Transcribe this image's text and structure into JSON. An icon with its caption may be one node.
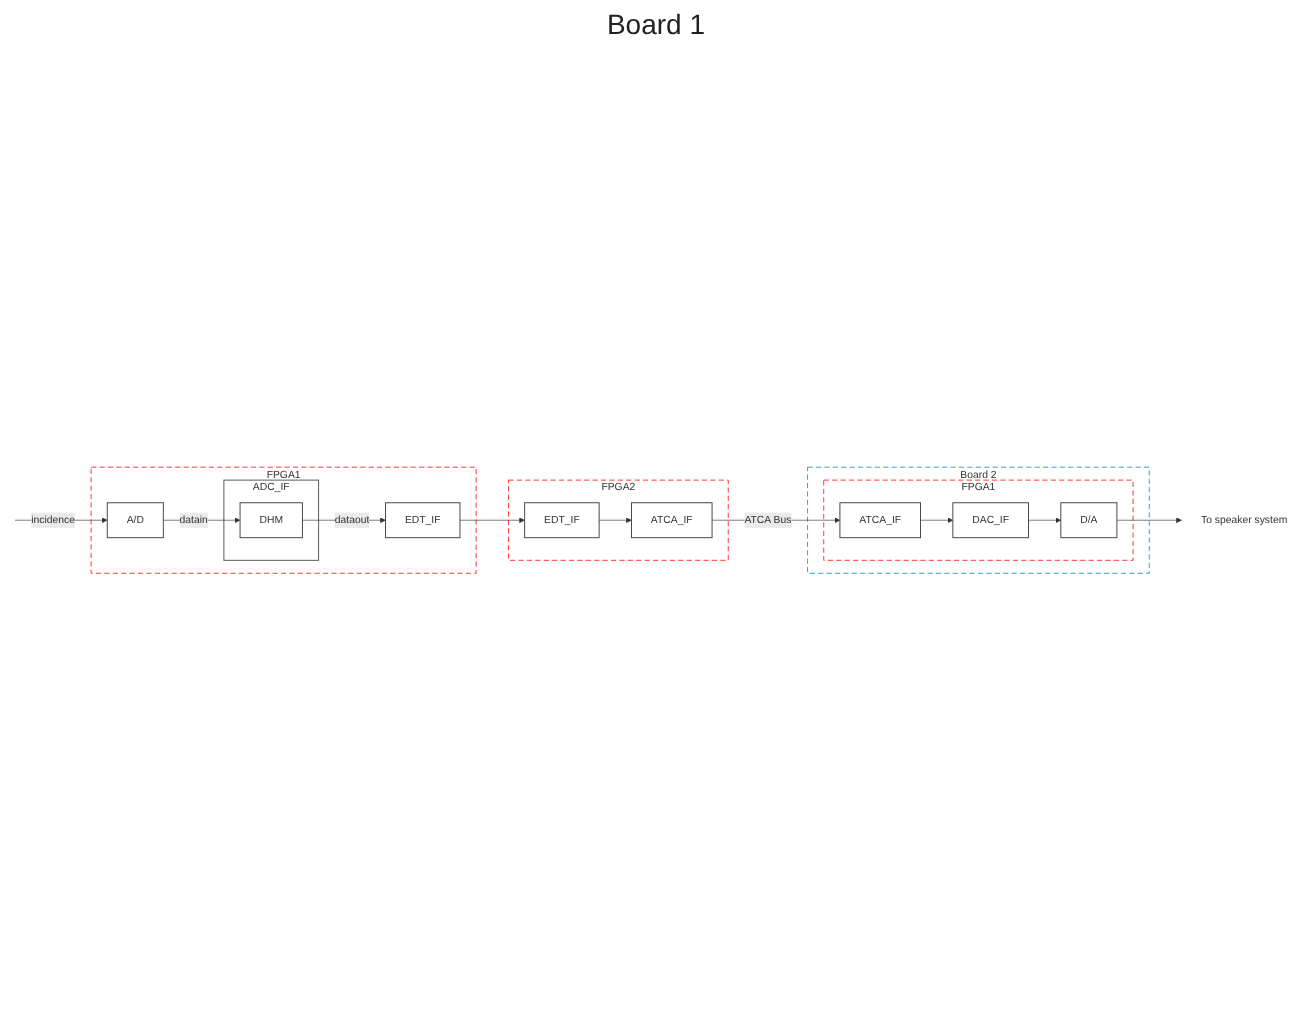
{
  "diagram": {
    "nodes": [
      {
        "text": [
          "FPGA1"
        ]
      },
      {
        "text": [
          "A/D"
        ],
        "in": 0
      },
      {
        "text": [
          "ADC_IF"
        ],
        "in": 0
      },
      {
        "text": [
          "DHM"
        ],
        "in": 2
      },
      {
        "text": [
          "EDT_IF"
        ],
        "in": 0
      },
      {
        "text": [
          "FPGA2"
        ]
      },
      {
        "text": [
          "EDT_IF"
        ],
        "in": 5
      },
      {
        "text": [
          "ATCA_IF"
        ],
        "in": 5
      },
      {
        "text": [
          "Board 2"
        ]
      },
      {
        "text": [
          "FPGA1"
        ],
        "in": 8
      },
      {
        "text": [
          "ATCA_IF"
        ],
        "in": 9
      },
      {
        "text": [
          "DAC_IF"
        ],
        "in": 9
      },
      {
        "text": [
          "D/A"
        ],
        "in": 9
      },
      {
        "text": [
          "To speaker system"
        ]
      }
    ],
    "edges": [
      {
        "from": null,
        "to": 1,
        "arrow": "to",
        "label": "incidence"
      },
      {
        "from": 1,
        "to": 3,
        "arrow": "to",
        "label": "datain"
      },
      {
        "from": 3,
        "to": 4,
        "arrow": "to",
        "label": "dataout"
      },
      {
        "from": 4,
        "to": 6,
        "arrow": "to"
      },
      {
        "from": 6,
        "to": 7,
        "arrow": "to"
      },
      {
        "from": 7,
        "to": 10,
        "arrow": "to",
        "label": "ATCA Bus"
      },
      {
        "from": 10,
        "to": 11,
        "arrow": "to"
      },
      {
        "from": 11,
        "to": 12,
        "arrow": "to"
      },
      {
        "from": 12,
        "to": 13,
        "arrow": "to"
      }
    ],
    "labels": [
      "Board 1"
    ]
  }
}
